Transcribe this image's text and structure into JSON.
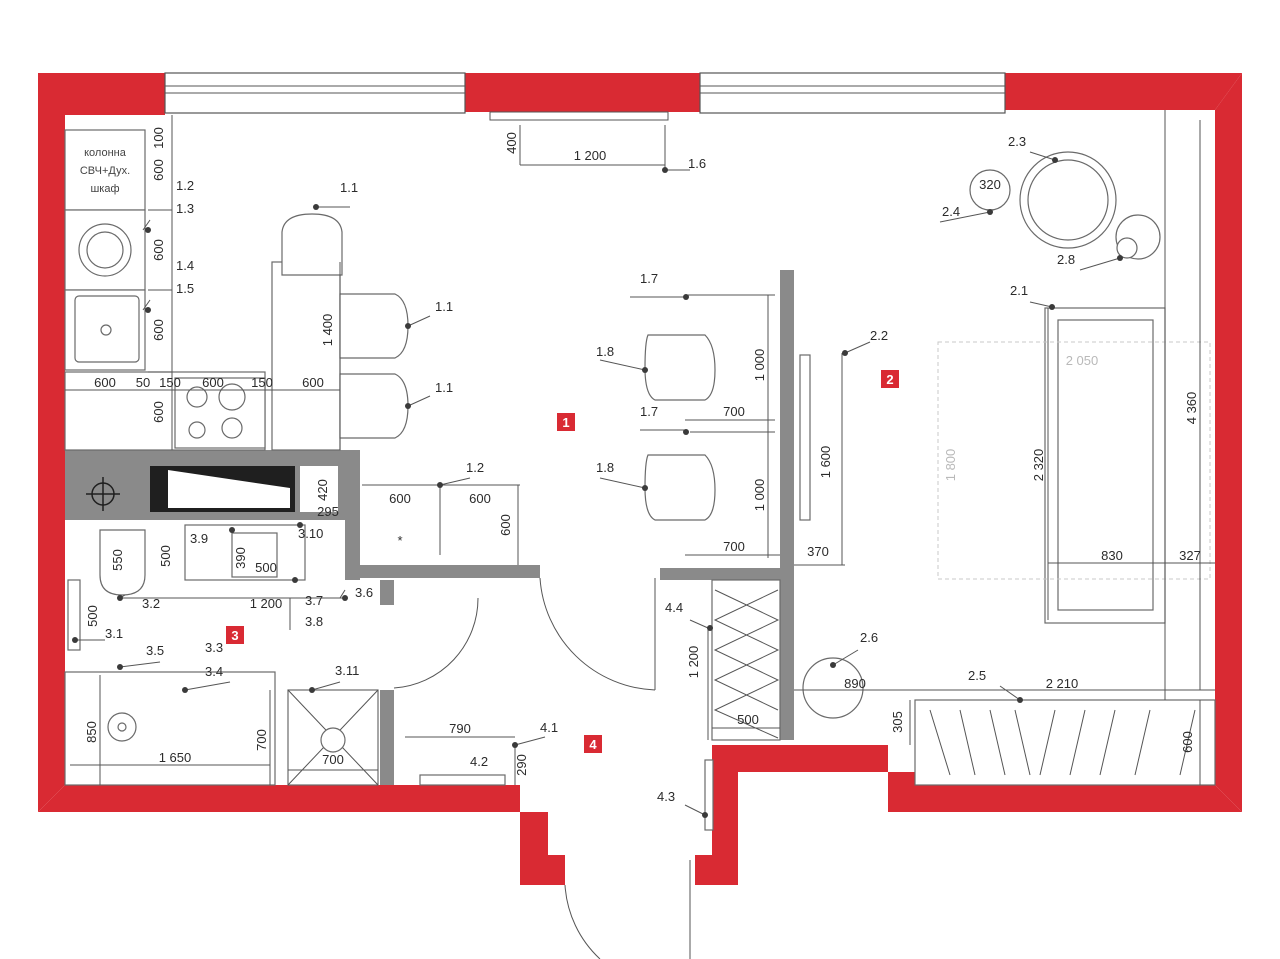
{
  "colors": {
    "outer_wall": "#d92a33",
    "inner_wall": "#8a8a8a",
    "room_badge": "#d92a33",
    "line": "#555555"
  },
  "rooms": [
    "1",
    "2",
    "3",
    "4"
  ],
  "notes": {
    "cabinet": [
      "колонна",
      "СВЧ+Дух.",
      "шкаф"
    ],
    "asterisk": "*"
  },
  "labels": {
    "l_1_1_a": "1.1",
    "l_1_1_b": "1.1",
    "l_1_1_c": "1.1",
    "l_1_2_a": "1.2",
    "l_1_2_b": "1.2",
    "l_1_3": "1.3",
    "l_1_4": "1.4",
    "l_1_5": "1.5",
    "l_1_6": "1.6",
    "l_1_7_a": "1.7",
    "l_1_7_b": "1.7",
    "l_1_8_a": "1.8",
    "l_1_8_b": "1.8",
    "l_2_1": "2.1",
    "l_2_2": "2.2",
    "l_2_3": "2.3",
    "l_2_4": "2.4",
    "l_2_5": "2.5",
    "l_2_6": "2.6",
    "l_2_8": "2.8",
    "l_3_1": "3.1",
    "l_3_2": "3.2",
    "l_3_3": "3.3",
    "l_3_4": "3.4",
    "l_3_5": "3.5",
    "l_3_6": "3.6",
    "l_3_7": "3.7",
    "l_3_8": "3.8",
    "l_3_9": "3.9",
    "l_3_10": "3.10",
    "l_3_11": "3.11",
    "l_4_1": "4.1",
    "l_4_2": "4.2",
    "l_4_3": "4.3",
    "l_4_4": "4.4"
  },
  "dims": {
    "d_100": "100",
    "d_600_v1": "600",
    "d_600_v2": "600",
    "d_600_v3": "600",
    "d_600_v4": "600",
    "d_600_h1": "600",
    "d_50": "50",
    "d_150_a": "150",
    "d_600_h2": "600",
    "d_150_b": "150",
    "d_600_h3": "600",
    "d_1400": "1 400",
    "d_400": "400",
    "d_1200_top": "1 200",
    "d_1000_a": "1 000",
    "d_1000_b": "1 000",
    "d_700_a": "700",
    "d_700_b": "700",
    "d_1600": "1 600",
    "d_370": "370",
    "d_320": "320",
    "d_2320": "2 320",
    "d_830": "830",
    "d_327": "327",
    "d_4360": "4 360",
    "d_2050": "2 050",
    "d_1800": "1 800",
    "d_420": "420",
    "d_295": "295",
    "d_600_h4": "600",
    "d_600_h5": "600",
    "d_600_v5": "600",
    "d_550": "550",
    "d_500_a": "500",
    "d_390": "390",
    "d_500_b": "500",
    "d_1200_bath": "1 200",
    "d_500_c": "500",
    "d_850": "850",
    "d_1650": "1 650",
    "d_700_c": "700",
    "d_700_d": "700",
    "d_790": "790",
    "d_290": "290",
    "d_1200_v": "1 200",
    "d_500_d": "500",
    "d_890": "890",
    "d_2210": "2 210",
    "d_305": "305",
    "d_600_v6": "600"
  }
}
